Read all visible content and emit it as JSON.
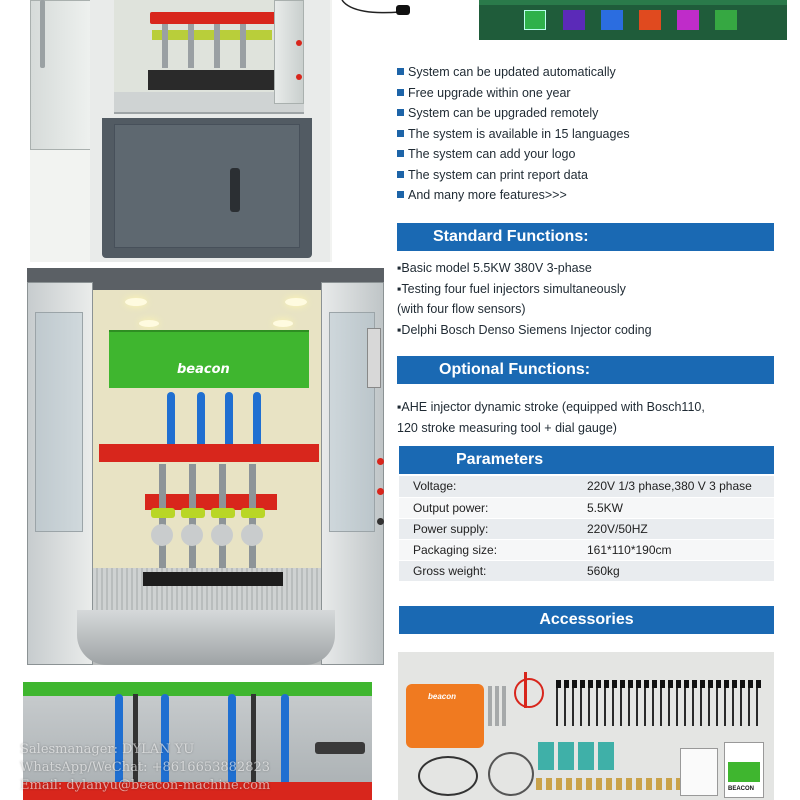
{
  "features": [
    "System can be updated automatically",
    "Free upgrade within one year",
    "System can be upgraded remotely",
    "The system is available in 15 languages",
    "The system can add your logo",
    "The system can print report data",
    "And many more features>>>"
  ],
  "standard": {
    "title": "Standard Functions:",
    "lines": [
      "▪Basic model 5.5KW 380V 3-phase",
      "▪Testing four fuel injectors simultaneously",
      "(with four flow sensors)",
      "▪Delphi Bosch Denso Siemens Injector coding"
    ]
  },
  "optional": {
    "title": "Optional Functions:",
    "lines": [
      "▪AHE injector dynamic stroke (equipped with Bosch110,",
      "120 stroke  measuring tool + dial gauge)"
    ]
  },
  "parameters": {
    "title": "Parameters",
    "rows": [
      {
        "label": "Voltage:",
        "value": "220V 1/3 phase,380 V 3 phase"
      },
      {
        "label": "Output power:",
        "value": "5.5KW"
      },
      {
        "label": "Power supply:",
        "value": "220V/50HZ"
      },
      {
        "label": "Packaging size:",
        "value": "161*110*190cm"
      },
      {
        "label": "Gross weight:",
        "value": "560kg"
      }
    ]
  },
  "accessories": {
    "title": "Accessories"
  },
  "brand": {
    "logo_text": "beacon",
    "box_label": "BEACON"
  },
  "watermark": {
    "line1": "Salesmanager: DYLAN YU",
    "line2": "WhatsApp/WeChat: +8616653882823",
    "line3": "Email: dylanyu@beacon-machine.com"
  },
  "colors": {
    "accent_blue": "#1a69b3",
    "bench_green": "#3fb62f",
    "bench_red": "#d8261c"
  }
}
